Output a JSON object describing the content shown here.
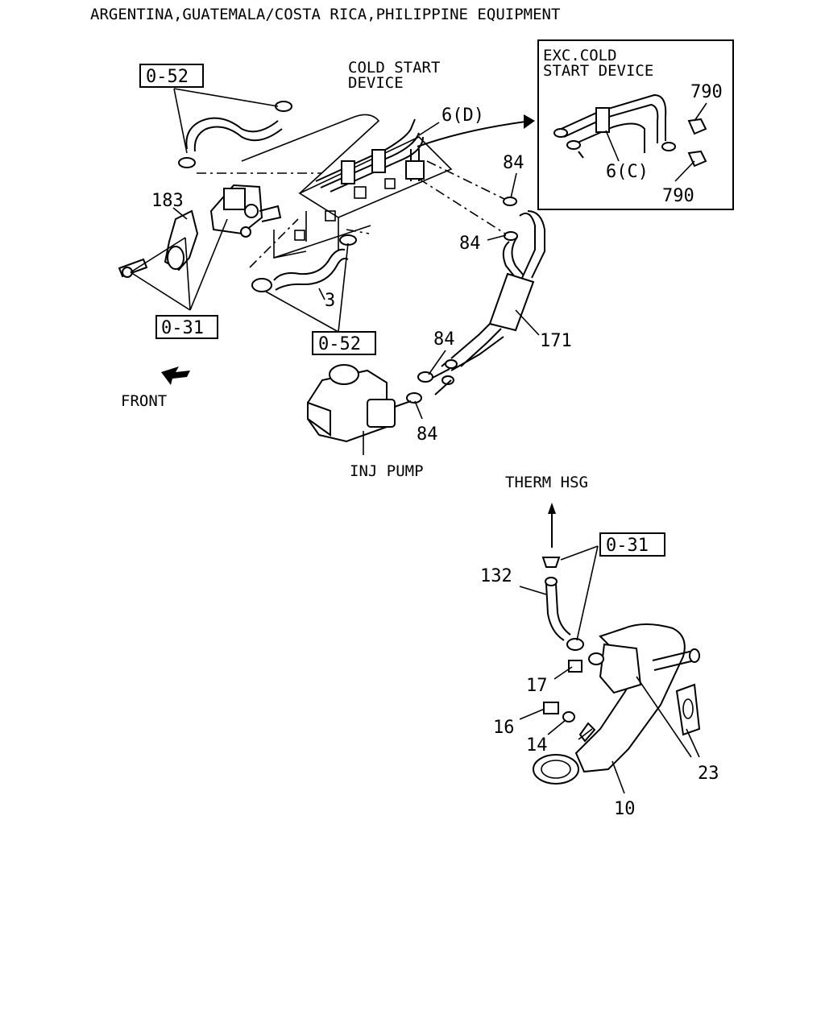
{
  "header": {
    "title": "ARGENTINA,GUATEMALA/COSTA RICA,PHILIPPINE EQUIPMENT"
  },
  "notes": {
    "cold_start_line1": "COLD START",
    "cold_start_line2": "DEVICE",
    "exc_line1": "EXC.COLD",
    "exc_line2": "START DEVICE",
    "front": "FRONT",
    "inj_pump": "INJ PUMP",
    "therm_hsg": "THERM HSG"
  },
  "refs": {
    "ref_052_top": "0-52",
    "ref_031_left": "0-31",
    "ref_052_mid": "0-52",
    "ref_031_right": "0-31"
  },
  "callouts": {
    "p183": "183",
    "p3": "3",
    "p6d": "6(D)",
    "p6c": "6(C)",
    "p790a": "790",
    "p790b": "790",
    "p84a": "84",
    "p84b": "84",
    "p84c": "84",
    "p84d": "84",
    "p171": "171",
    "p132": "132",
    "p17": "17",
    "p16": "16",
    "p14": "14",
    "p23": "23",
    "p10": "10"
  }
}
